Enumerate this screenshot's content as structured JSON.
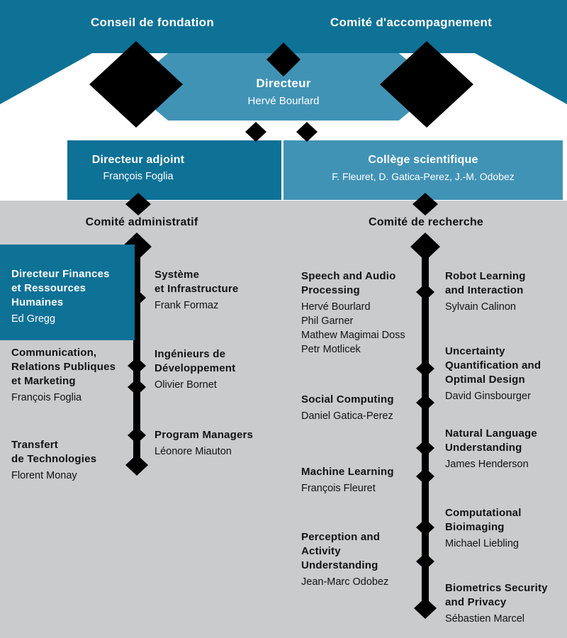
{
  "header": {
    "left_title": "Conseil de fondation",
    "right_title": "Comité d'accompagnement"
  },
  "director": {
    "title": "Directeur",
    "name": "Hervé Bourlard"
  },
  "deputy": {
    "title": "Directeur adjoint",
    "name": "François Foglia"
  },
  "college": {
    "title": "Collège scientifique",
    "names": "F. Fleuret, D. Gatica-Perez, J.-M. Odobez"
  },
  "admin": {
    "heading": "Comité administratif",
    "finance": {
      "title": "Directeur Finances\net Ressources\nHumaines",
      "name": "Ed Gregg"
    },
    "left_items": [
      {
        "title": "Communication,\nRelations Publiques\net Marketing",
        "name": "François Foglia"
      },
      {
        "title": "Transfert\nde Technologies",
        "name": "Florent Monay"
      }
    ],
    "right_items": [
      {
        "title": "Système\net Infrastructure",
        "name": "Frank Formaz"
      },
      {
        "title": "Ingénieurs de\nDéveloppement",
        "name": "Olivier Bornet"
      },
      {
        "title": "Program Managers",
        "name": "Léonore Miauton"
      }
    ]
  },
  "research": {
    "heading": "Comité de recherche",
    "left_items": [
      {
        "title": "Speech and Audio\nProcessing",
        "names": "Hervé Bourlard\nPhil Garner\nMathew Magimai Doss\nPetr Motlicek"
      },
      {
        "title": "Social Computing",
        "names": "Daniel Gatica-Perez"
      },
      {
        "title": "Machine Learning",
        "names": "François Fleuret"
      },
      {
        "title": "Perception and\nActivity\nUnderstanding",
        "names": "Jean-Marc Odobez"
      }
    ],
    "right_items": [
      {
        "title": "Robot Learning\nand Interaction",
        "names": "Sylvain Calinon"
      },
      {
        "title": "Uncertainty\nQuantification and\nOptimal Design",
        "names": "David Ginsbourger"
      },
      {
        "title": "Natural Language\nUnderstanding",
        "names": "James Henderson"
      },
      {
        "title": "Computational\nBioimaging",
        "names": "Michael Liebling"
      },
      {
        "title": "Biometrics Security\nand Privacy",
        "names": "Sébastien Marcel"
      }
    ]
  },
  "colors": {
    "dark_teal": "#0E7196",
    "light_teal": "#4193B5",
    "background_gray": "#C9CBCC",
    "connector_black": "#000000"
  }
}
